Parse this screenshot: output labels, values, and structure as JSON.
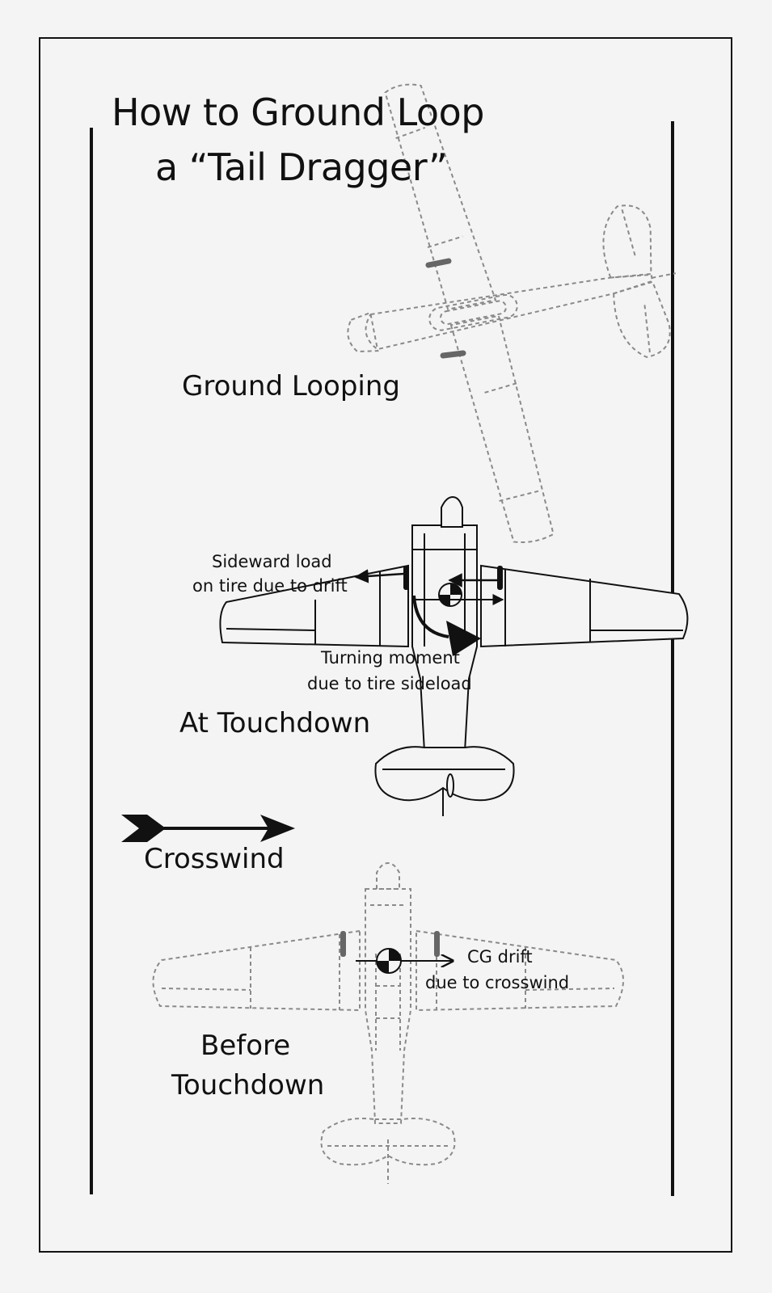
{
  "title": {
    "line1": "How to Ground Loop",
    "line2": "a “Tail Dragger”"
  },
  "stages": {
    "ground_looping": "Ground Looping",
    "at_touchdown": "At Touchdown",
    "before_line1": "Before",
    "before_line2": "Touchdown"
  },
  "annotations": {
    "sideward_line1": "Sideward load",
    "sideward_line2": "on tire due to drift",
    "turning_line1": "Turning moment",
    "turning_line2": "due to tire sideload",
    "cg_line1": "CG drift",
    "cg_line2": "due to crosswind"
  },
  "wind": {
    "label": "Crosswind"
  },
  "colors": {
    "ink": "#111111",
    "ghost": "#8a8a8a",
    "paper": "#f4f4f4",
    "tire": "#666666"
  }
}
